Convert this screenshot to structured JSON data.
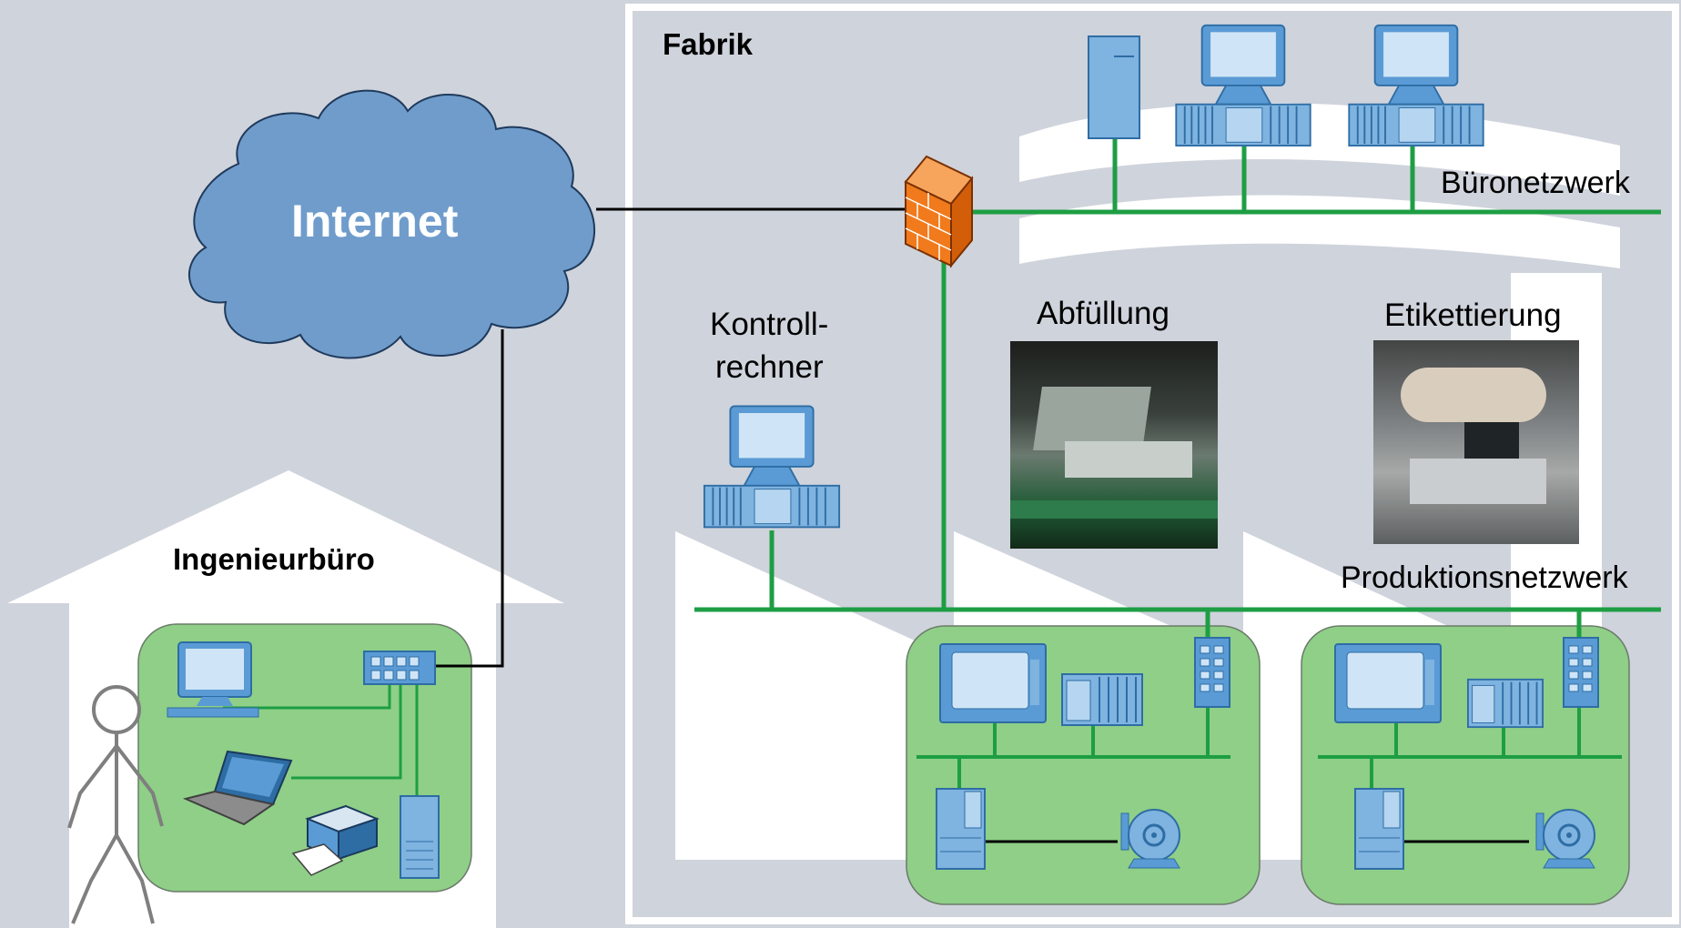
{
  "labels": {
    "internet": "Internet",
    "factory": "Fabrik",
    "office_network": "Büronetzwerk",
    "control_computer_line1": "Kontroll-",
    "control_computer_line2": "rechner",
    "filling": "Abfüllung",
    "labeling": "Etikettierung",
    "production_network": "Produktionsnetzwerk",
    "engineering_office": "Ingenieurbüro"
  },
  "colors": {
    "background": "#cfd3dc",
    "network_green": "#1e9e44",
    "zone_green": "#8fcf87",
    "device_blue": "#5b9bd5",
    "cloud_blue": "#6f9ccb",
    "firewall_orange": "#f07a1c"
  },
  "icons": [
    "cloud-icon",
    "firewall-icon",
    "server-tower-icon",
    "workstation-icon",
    "switch-icon",
    "laptop-icon",
    "printer-icon",
    "person-icon",
    "hmi-panel-icon",
    "plc-icon",
    "drive-icon",
    "motor-icon",
    "photo-filling-machine",
    "photo-labeling-machine"
  ]
}
